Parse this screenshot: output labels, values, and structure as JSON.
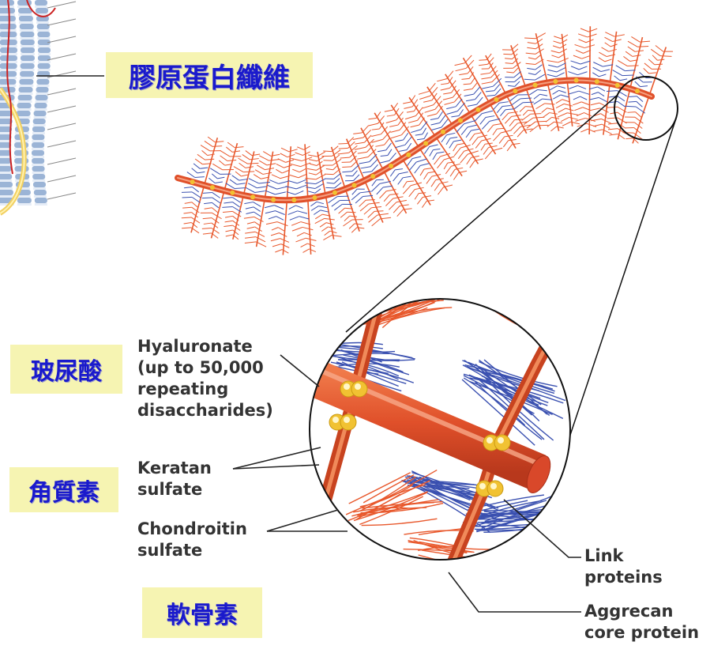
{
  "chinese_labels": {
    "collagen": "膠原蛋白纖維",
    "hyaluronic": "玻尿酸",
    "keratan": "角質素",
    "cartilage": "軟骨素"
  },
  "english_labels": {
    "hyaluronate": [
      "Hyaluronate",
      "(up to 50,000",
      "repeating",
      "disaccharides)"
    ],
    "keratan": [
      "Keratan",
      "sulfate"
    ],
    "chondroitin": [
      "Chondroitin",
      "sulfate"
    ],
    "link": [
      "Link",
      "proteins"
    ],
    "aggrecan": [
      "Aggrecan",
      "core protein"
    ]
  },
  "colors": {
    "label_background": "#f6f4b2",
    "label_text": "#1a1acc",
    "core_protein": "#e0502a",
    "chondroitin_strands": "#e8582c",
    "keratan_strands": "#3a50b0",
    "link_protein": "#f1c232",
    "leader_line": "#222222"
  }
}
